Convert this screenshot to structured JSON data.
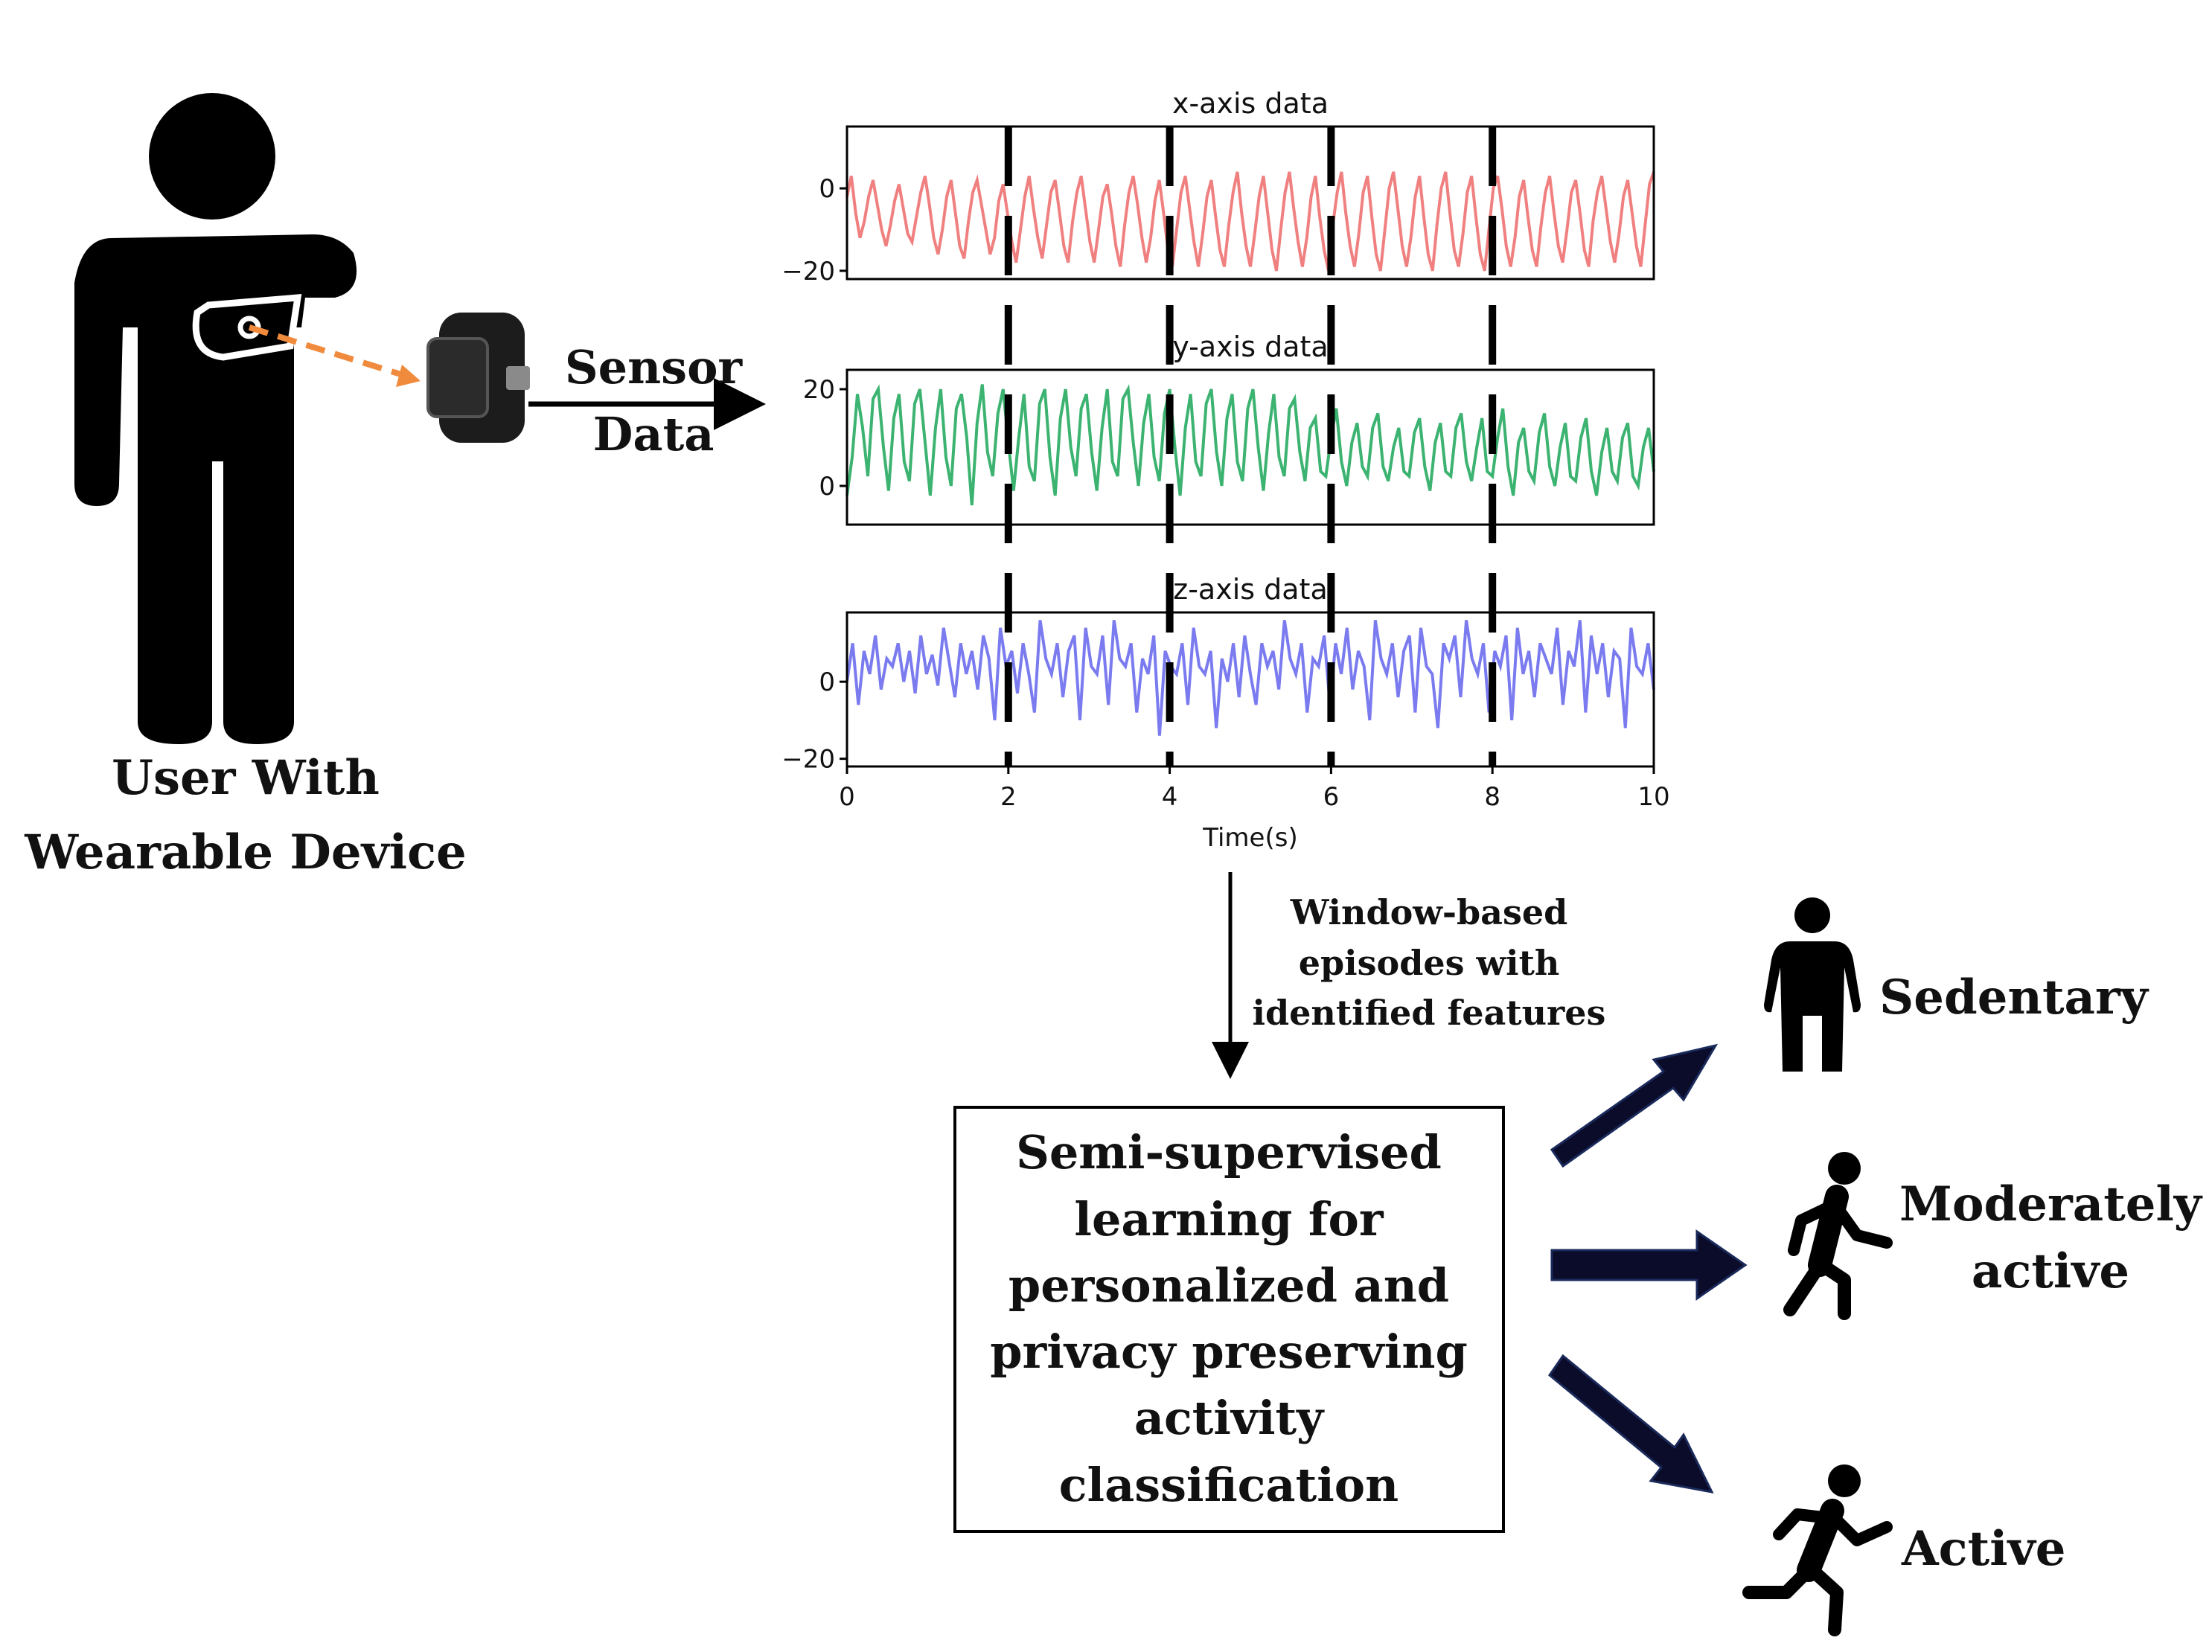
{
  "user": {
    "label_line1": "User With",
    "label_line2": "Wearable Device"
  },
  "sensor_arrow": {
    "line1": "Sensor",
    "line2": "Data"
  },
  "window_note": {
    "line1": "Window-based",
    "line2": "episodes with",
    "line3": "identified features"
  },
  "model_box": {
    "lines": [
      "Semi-supervised",
      "learning for",
      "personalized and",
      "privacy preserving",
      "activity",
      "classification"
    ]
  },
  "outputs": {
    "sedentary": "Sedentary",
    "moderately_line1": "Moderately",
    "moderately_line2": "active",
    "active": "Active"
  },
  "colors": {
    "x_series": "#f08080",
    "y_series": "#3cb371",
    "z_series": "#7b7bf0",
    "dashed_pointer": "#f08a3c",
    "arrow_fill": "#0b0b2a"
  },
  "chart_data": [
    {
      "type": "line",
      "title": "x-axis data",
      "xlim": [
        0,
        10
      ],
      "ylim": [
        -22,
        15
      ],
      "yticks": [
        0,
        -20
      ],
      "window_boundaries": [
        2,
        4,
        6,
        8
      ],
      "series": [
        {
          "values": [
            -2,
            3,
            -6,
            -12,
            -8,
            -2,
            2,
            -4,
            -10,
            -14,
            -9,
            -3,
            1,
            -5,
            -11,
            -13,
            -7,
            -1,
            3,
            -4,
            -12,
            -16,
            -10,
            -2,
            2,
            -6,
            -14,
            -17,
            -8,
            -1,
            2,
            -4,
            -10,
            -16,
            -12,
            -3,
            1,
            -6,
            -13,
            -18,
            -10,
            -2,
            3,
            -5,
            -12,
            -17,
            -9,
            -1,
            2,
            -6,
            -14,
            -18,
            -8,
            -1,
            3,
            -5,
            -13,
            -18,
            -10,
            -2,
            1,
            -6,
            -14,
            -19,
            -9,
            -1,
            3,
            -4,
            -12,
            -18,
            -12,
            -3,
            2,
            -6,
            -15,
            -19,
            -10,
            -1,
            3,
            -5,
            -13,
            -19,
            -11,
            -2,
            2,
            -7,
            -15,
            -19,
            -9,
            -1,
            4,
            -6,
            -14,
            -19,
            -11,
            -2,
            3,
            -6,
            -15,
            -20,
            -10,
            -1,
            4,
            -5,
            -13,
            -19,
            -12,
            -2,
            3,
            -7,
            -15,
            -20,
            -9,
            -1,
            4,
            -6,
            -14,
            -19,
            -11,
            -1,
            3,
            -7,
            -16,
            -20,
            -10,
            0,
            4,
            -5,
            -14,
            -19,
            -12,
            -2,
            3,
            -7,
            -16,
            -20,
            -9,
            0,
            4,
            -6,
            -15,
            -19,
            -11,
            -1,
            3,
            -7,
            -16,
            -20,
            -10,
            0,
            3,
            -5,
            -14,
            -19,
            -12,
            -2,
            2,
            -7,
            -15,
            -19,
            -9,
            -1,
            3,
            -6,
            -14,
            -18,
            -10,
            -1,
            2,
            -6,
            -15,
            -19,
            -8,
            -1,
            3,
            -5,
            -13,
            -18,
            -11,
            -2,
            2,
            -6,
            -14,
            -19,
            -9,
            1,
            4
          ]
        }
      ]
    },
    {
      "type": "line",
      "title": "y-axis data",
      "xlim": [
        0,
        10
      ],
      "ylim": [
        -8,
        24
      ],
      "yticks": [
        20,
        0
      ],
      "window_boundaries": [
        2,
        4,
        6,
        8
      ],
      "series": [
        {
          "values": [
            -2,
            6,
            19,
            12,
            2,
            18,
            20,
            8,
            -1,
            14,
            19,
            5,
            1,
            17,
            20,
            9,
            -2,
            12,
            20,
            6,
            0,
            16,
            19,
            10,
            -4,
            13,
            21,
            7,
            2,
            15,
            20,
            9,
            -1,
            10,
            19,
            4,
            1,
            17,
            20,
            6,
            -2,
            14,
            20,
            8,
            2,
            16,
            19,
            7,
            -1,
            12,
            20,
            5,
            2,
            18,
            20,
            9,
            0,
            13,
            19,
            6,
            1,
            15,
            20,
            8,
            -2,
            12,
            19,
            5,
            2,
            17,
            20,
            7,
            0,
            14,
            19,
            5,
            1,
            16,
            20,
            8,
            -1,
            11,
            19,
            6,
            2,
            16,
            18,
            7,
            1,
            12,
            14,
            3,
            2,
            10,
            16,
            5,
            0,
            9,
            13,
            4,
            2,
            12,
            15,
            4,
            1,
            8,
            12,
            3,
            2,
            11,
            14,
            4,
            -1,
            9,
            13,
            3,
            2,
            12,
            15,
            5,
            1,
            8,
            14,
            3,
            2,
            10,
            16,
            4,
            -2,
            9,
            12,
            3,
            1,
            11,
            15,
            4,
            0,
            8,
            13,
            2,
            1,
            10,
            14,
            3,
            -2,
            7,
            12,
            3,
            1,
            10,
            13,
            2,
            0,
            8,
            12,
            3
          ]
        }
      ]
    },
    {
      "type": "line",
      "title": "z-axis data",
      "xlim": [
        0,
        10
      ],
      "ylim": [
        -22,
        18
      ],
      "yticks": [
        0,
        -20
      ],
      "window_boundaries": [
        2,
        4,
        6,
        8
      ],
      "series": [
        {
          "values": [
            0,
            10,
            -6,
            8,
            2,
            12,
            -2,
            6,
            4,
            10,
            0,
            8,
            -3,
            12,
            2,
            7,
            -1,
            14,
            5,
            -4,
            10,
            2,
            8,
            -2,
            12,
            6,
            -10,
            14,
            4,
            8,
            -3,
            10,
            2,
            -8,
            16,
            6,
            2,
            10,
            -4,
            8,
            12,
            -10,
            14,
            4,
            2,
            12,
            -6,
            16,
            6,
            4,
            10,
            -8,
            6,
            2,
            12,
            -14,
            8,
            4,
            2,
            10,
            -6,
            14,
            4,
            2,
            8,
            -12,
            6,
            0,
            10,
            -4,
            12,
            2,
            -6,
            10,
            4,
            8,
            -2,
            16,
            6,
            2,
            10,
            -8,
            6,
            4,
            12,
            -6,
            10,
            2,
            14,
            -2,
            8,
            4,
            -10,
            16,
            6,
            2,
            10,
            -4,
            8,
            12,
            -8,
            14,
            4,
            2,
            -12,
            10,
            6,
            12,
            -4,
            16,
            6,
            2,
            10,
            -8,
            8,
            4,
            12,
            -10,
            14,
            2,
            8,
            -4,
            10,
            6,
            2,
            14,
            -6,
            8,
            4,
            16,
            -8,
            12,
            2,
            10,
            -4,
            8,
            6,
            -12,
            14,
            4,
            2,
            10,
            -2
          ]
        }
      ]
    }
  ],
  "chart_axis": {
    "xticks": [
      "0",
      "2",
      "4",
      "6",
      "8",
      "10"
    ],
    "xlabel": "Time(s)"
  }
}
